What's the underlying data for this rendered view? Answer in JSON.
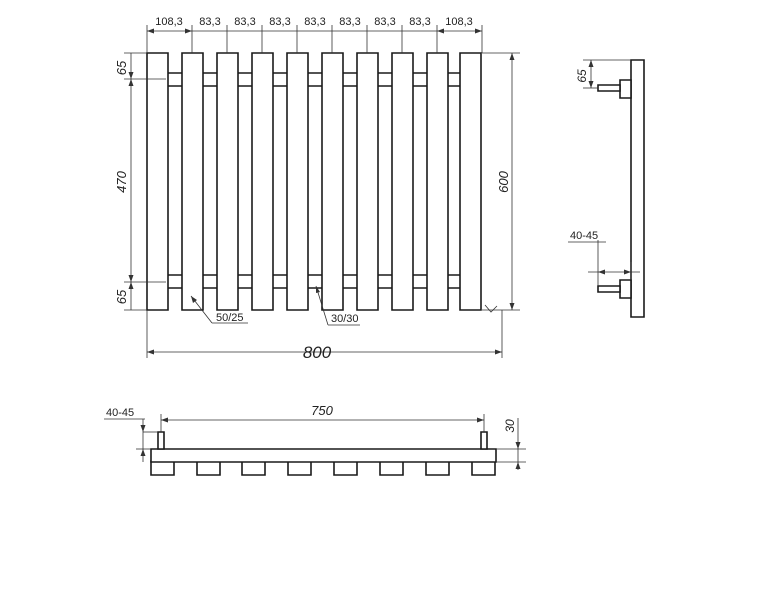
{
  "front_view": {
    "top_dims": [
      "108,3",
      "83,3",
      "83,3",
      "83,3",
      "83,3",
      "83,3",
      "83,3",
      "83,3",
      "108,3"
    ],
    "left_dims": {
      "top": "65",
      "middle": "470",
      "bottom": "65"
    },
    "height_dim": "600",
    "width_dim": "800",
    "profile_label": "50/25",
    "tube_label": "30/30"
  },
  "side_view": {
    "top_dim": "65",
    "bracket_dim": "40-45"
  },
  "bottom_view": {
    "bracket_dim": "40-45",
    "span_dim": "750",
    "depth_dim": "30"
  }
}
